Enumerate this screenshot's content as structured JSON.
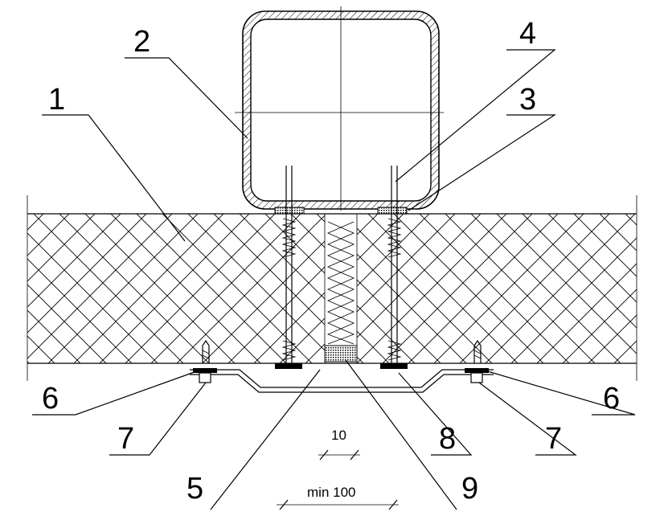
{
  "labels": {
    "l1": "1",
    "l2": "2",
    "l3": "3",
    "l4": "4",
    "l5": "5",
    "l6a": "6",
    "l6b": "6",
    "l7a": "7",
    "l7b": "7",
    "l8": "8",
    "l9": "9"
  },
  "dimensions": {
    "gap": "10",
    "overlap": "min 100"
  },
  "colors": {
    "ink": "#000000",
    "background": "#ffffff"
  }
}
